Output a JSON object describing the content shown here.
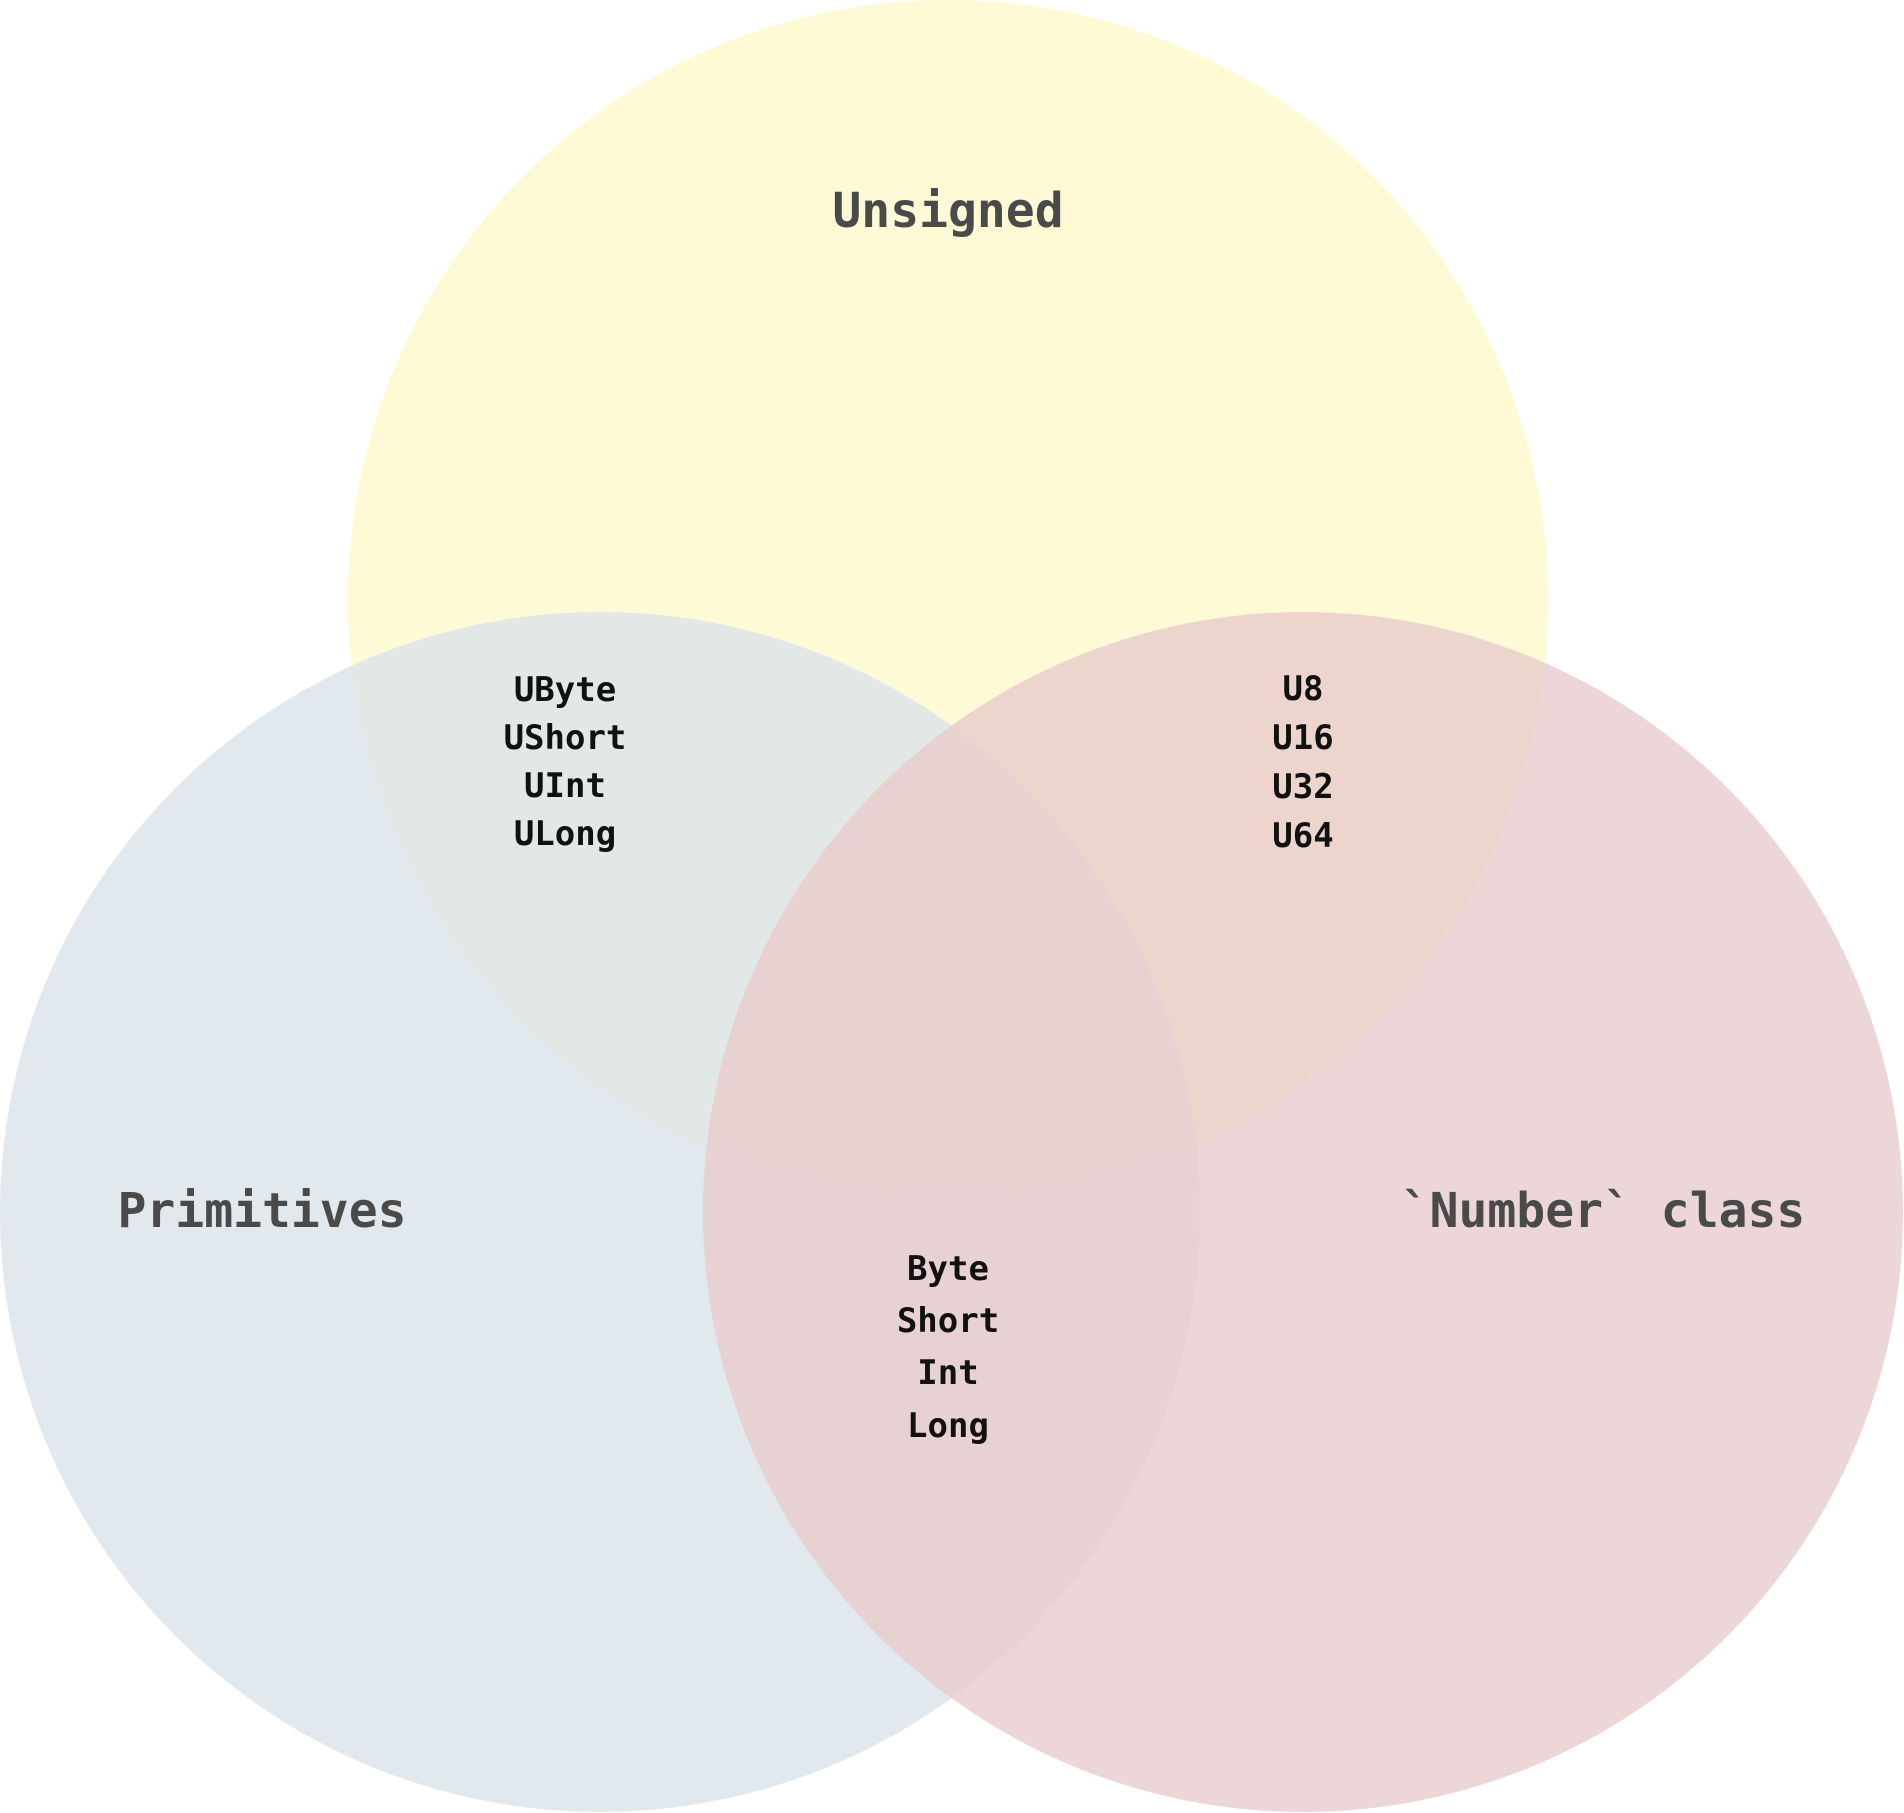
{
  "sets": {
    "unsigned": {
      "label": "Unsigned",
      "color": "#fdf9c9"
    },
    "primitives": {
      "label": "Primitives",
      "color": "#d9e3e9"
    },
    "number_class": {
      "label": "`Number` class",
      "color": "#e8cbcc"
    }
  },
  "regions": {
    "unsigned_primitives": [
      "UByte",
      "UShort",
      "UInt",
      "ULong"
    ],
    "unsigned_number_class": [
      "U8",
      "U16",
      "U32",
      "U64"
    ],
    "primitives_number_class": [
      "Byte",
      "Short",
      "Int",
      "Long"
    ]
  },
  "colors": {
    "label_text": "#4a4a4a",
    "member_text": "#111111"
  }
}
